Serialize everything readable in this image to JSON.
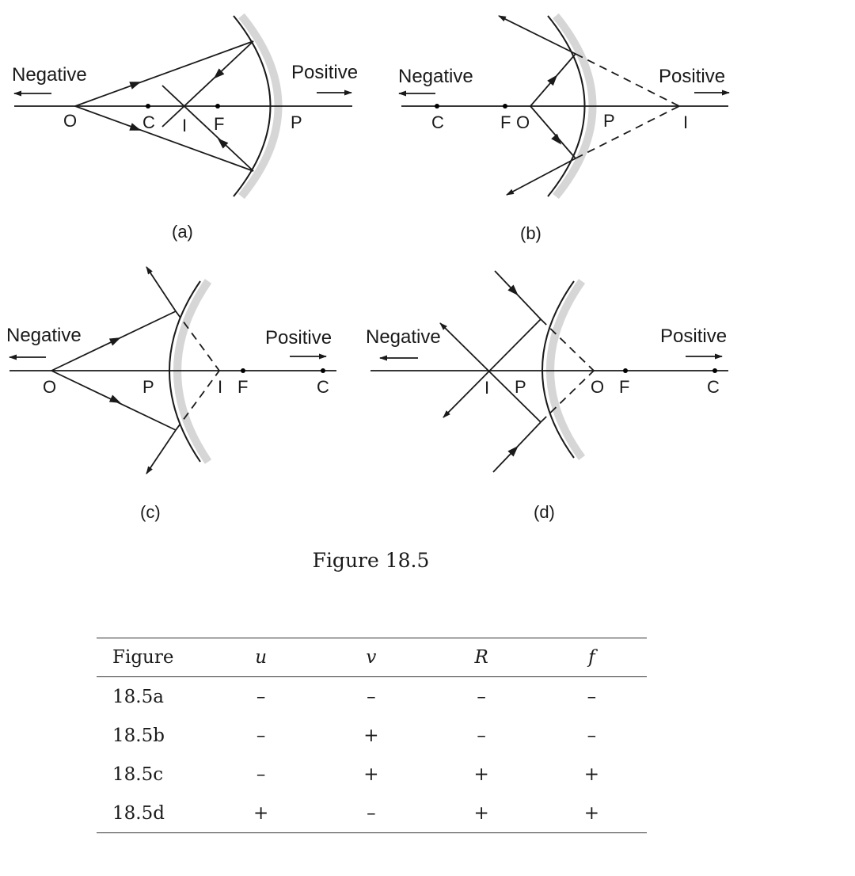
{
  "diagrams": {
    "a": {
      "caption": "(a)",
      "negative": "Negative",
      "positive": "Positive",
      "points": {
        "O": "O",
        "C": "C",
        "I": "I",
        "F": "F",
        "P": "P"
      }
    },
    "b": {
      "caption": "(b)",
      "negative": "Negative",
      "positive": "Positive",
      "points": {
        "C": "C",
        "F": "F",
        "O": "O",
        "P": "P",
        "I": "I"
      }
    },
    "c": {
      "caption": "(c)",
      "negative": "Negative",
      "positive": "Positive",
      "points": {
        "O": "O",
        "P": "P",
        "I": "I",
        "F": "F",
        "C": "C"
      }
    },
    "d": {
      "caption": "(d)",
      "negative": "Negative",
      "positive": "Positive",
      "points": {
        "I": "I",
        "P": "P",
        "O": "O",
        "F": "F",
        "C": "C"
      }
    }
  },
  "figure_title": "Figure 18.5",
  "table": {
    "headers": [
      "Figure",
      "u",
      "v",
      "R",
      "f"
    ],
    "rows": [
      [
        "18.5a",
        "–",
        "–",
        "–",
        "–"
      ],
      [
        "18.5b",
        "–",
        "+",
        "–",
        "–"
      ],
      [
        "18.5c",
        "–",
        "+",
        "+",
        "+"
      ],
      [
        "18.5d",
        "+",
        "–",
        "+",
        "+"
      ]
    ]
  }
}
